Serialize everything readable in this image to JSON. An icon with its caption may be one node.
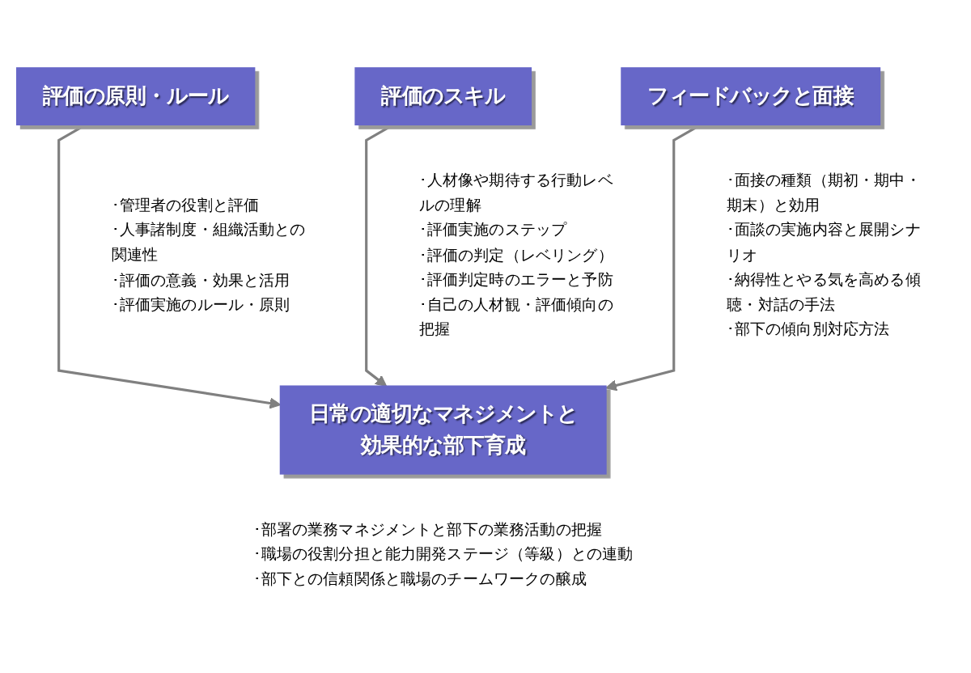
{
  "diagram": {
    "nodes": [
      {
        "text": [
          "評価の原則・ルール"
        ],
        "beside": [
          "･管理者の役割と評価",
          "･人事諸制度・組織活動との関連性",
          "･評価の意義・効果と活用",
          "･評価実施のルール・原則"
        ]
      },
      {
        "text": [
          "評価のスキル"
        ],
        "beside": [
          "･人材像や期待する行動レベルの理解",
          "･評価実施のステップ",
          "･評価の判定（レベリング）",
          "･評価判定時のエラーと予防",
          "･自己の人材観・評価傾向の把握"
        ]
      },
      {
        "text": [
          "フィードバックと面接"
        ],
        "beside": [
          "･面接の種類（期初・期中・期末）と効用",
          "･面談の実施内容と展開シナリオ",
          "･納得性とやる気を高める傾聴・対話の手法",
          "･部下の傾向別対応方法"
        ]
      },
      {
        "text": [
          "日常の適切なマネジメントと効果的な部下育成"
        ],
        "beside": [
          "･部署の業務マネジメントと部下の業務活動の把握",
          "･職場の役割分担と能力開発ステージ（等級）との連動",
          "･部下との信頼関係と職場のチームワークの醸成"
        ]
      }
    ],
    "edges": [
      {
        "from": 0,
        "to": 3,
        "arrow": "to"
      },
      {
        "from": 1,
        "to": 3,
        "arrow": "to"
      },
      {
        "from": 2,
        "to": 3,
        "arrow": "to"
      }
    ]
  }
}
